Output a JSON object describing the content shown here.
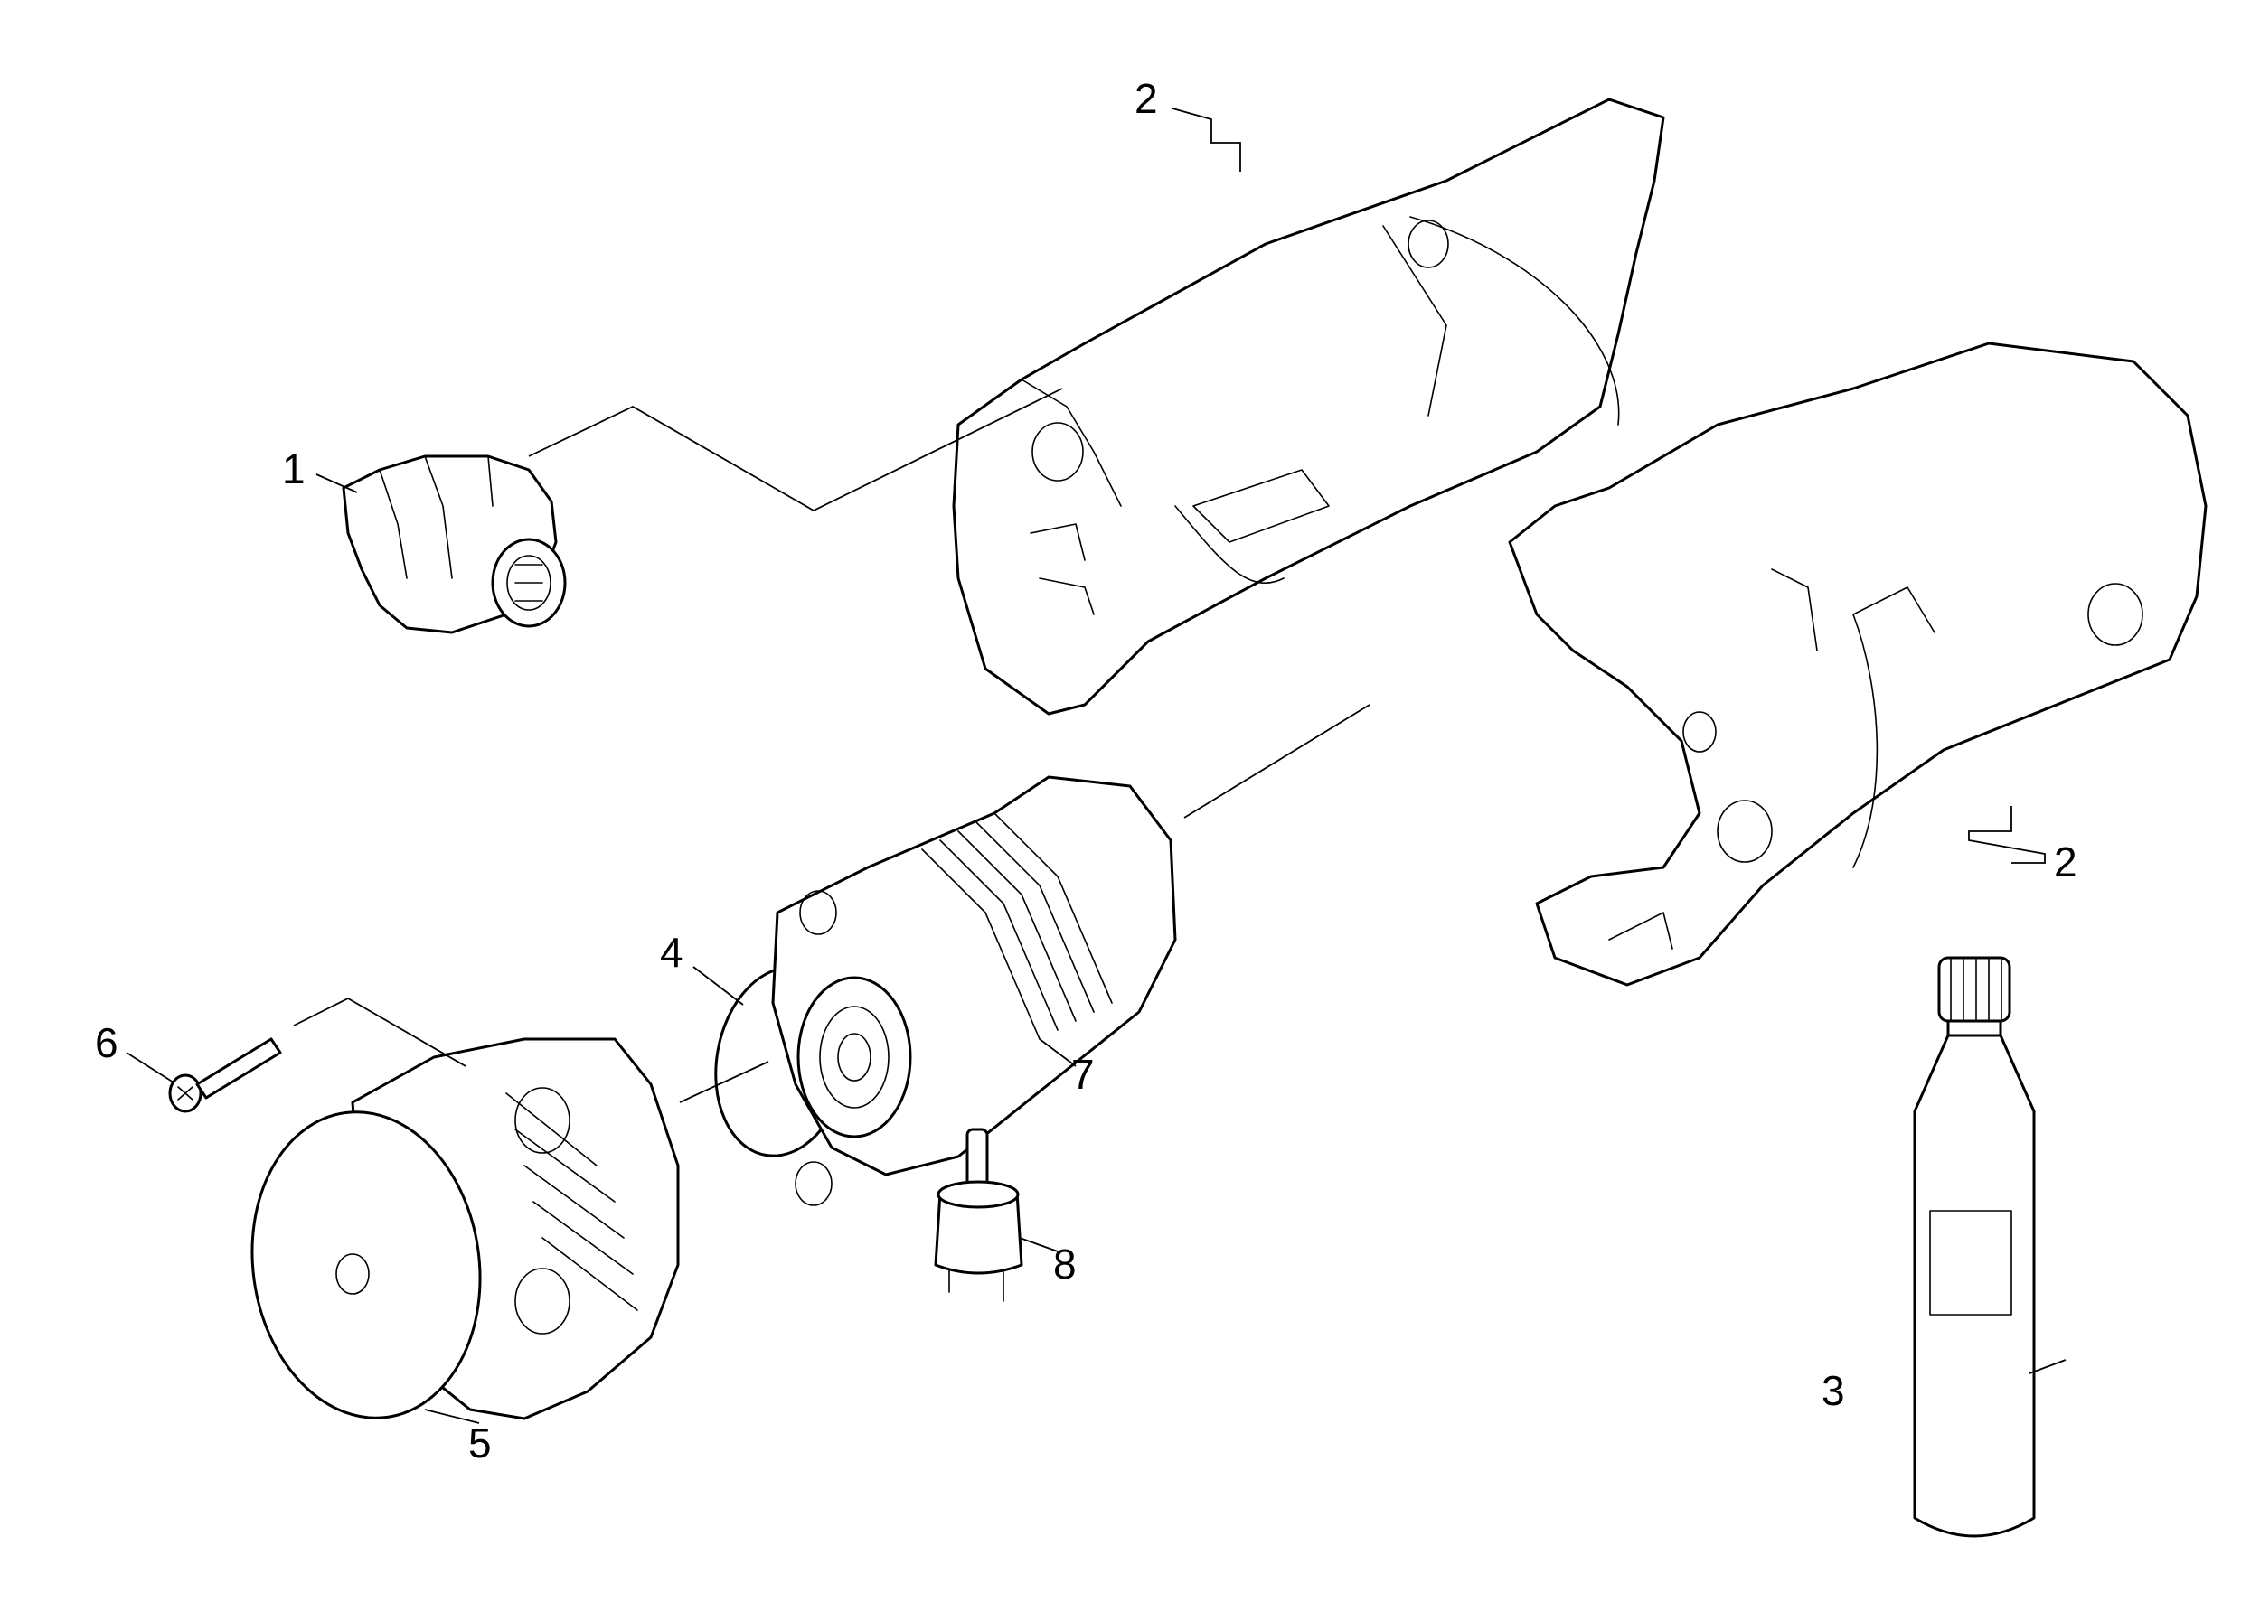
{
  "callouts": [
    "1",
    "2",
    "2",
    "3",
    "4",
    "5",
    "6",
    "7",
    "8"
  ]
}
